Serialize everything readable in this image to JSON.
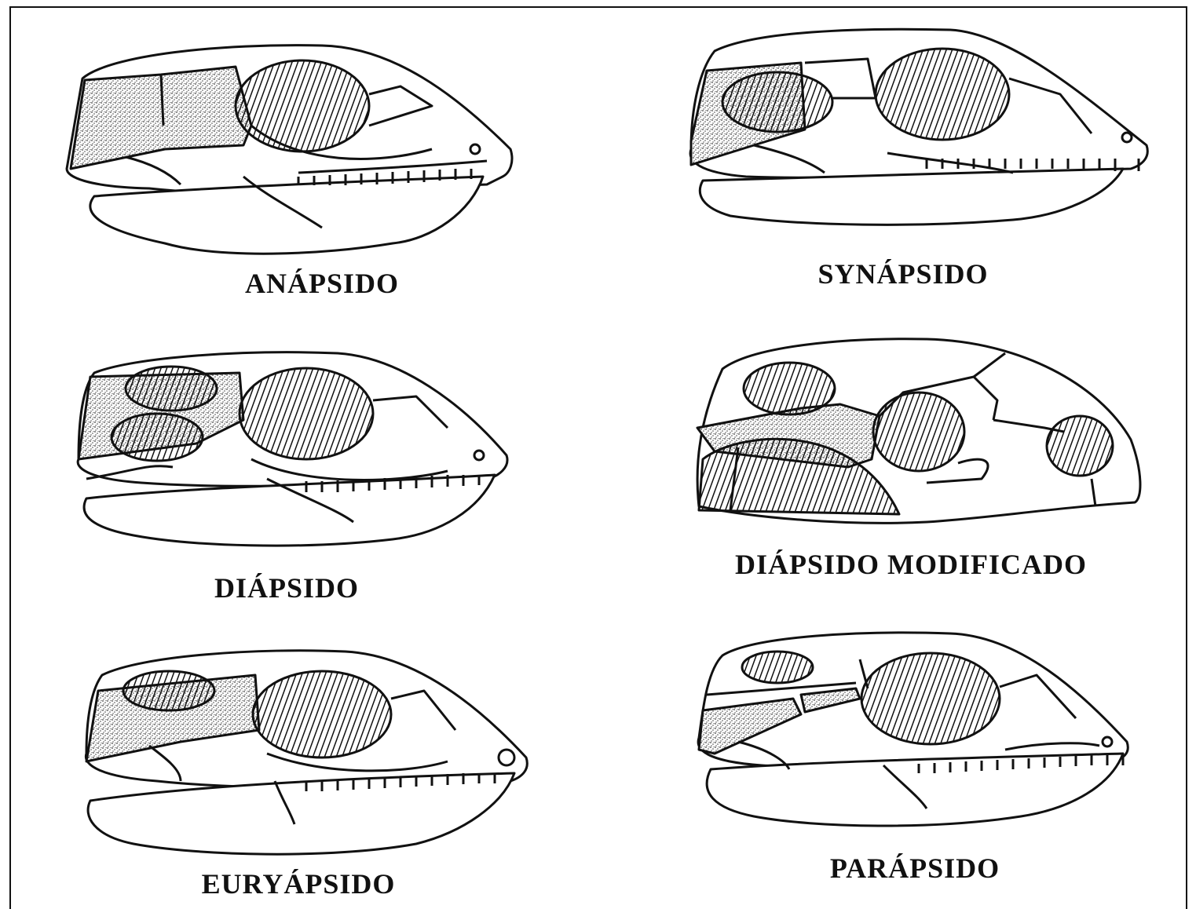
{
  "figure": {
    "skulls": [
      {
        "id": "anapsid",
        "label": "ANÁPSIDO"
      },
      {
        "id": "synapsid",
        "label": "SYNÁPSIDO"
      },
      {
        "id": "diapsid",
        "label": "DIÁPSIDO"
      },
      {
        "id": "modified_diapsid",
        "label": "DIÁPSIDO MODIFICADO"
      },
      {
        "id": "euryapsid",
        "label": "EURYÁPSIDO"
      },
      {
        "id": "parapsid",
        "label": "PARÁPSIDO"
      }
    ]
  },
  "colors": {
    "line": "#111111",
    "background": "#ffffff",
    "stipple": "#555555"
  }
}
